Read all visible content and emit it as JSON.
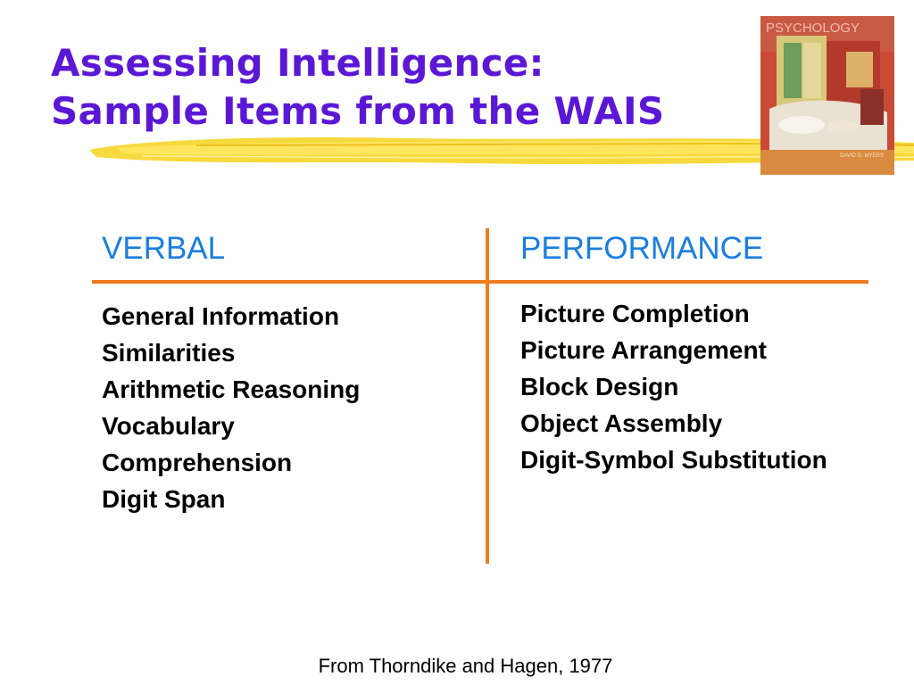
{
  "title": {
    "line1": "Assessing Intelligence:",
    "line2": "Sample Items from the WAIS"
  },
  "book_cover": {
    "title": "PSYCHOLOGY",
    "author": "DAVID G. MYERS"
  },
  "columns": {
    "verbal": {
      "heading": "VERBAL",
      "items": [
        "General Information",
        "Similarities",
        "Arithmetic Reasoning",
        "Vocabulary",
        "Comprehension",
        "Digit Span"
      ]
    },
    "performance": {
      "heading": "PERFORMANCE",
      "items": [
        "Picture Completion",
        "Picture Arrangement",
        "Block Design",
        "Object Assembly",
        "Digit-Symbol Substitution"
      ]
    }
  },
  "source": "From Thorndike and Hagen, 1977",
  "colors": {
    "title": "#5b17d6",
    "heading": "#1a7ee0",
    "divider": "#f07a1c",
    "accent_brush": "#f5d21a"
  }
}
